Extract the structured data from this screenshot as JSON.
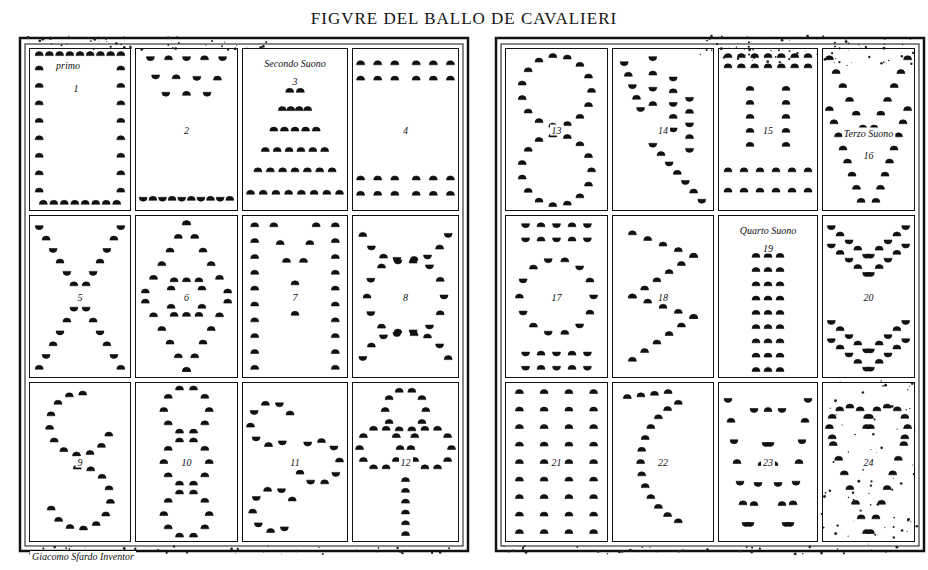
{
  "diagram": {
    "title": "FIGVRE DEL BALLO DE CAVALIERI",
    "nodes": [
      {
        "text": [
          "primo",
          "1"
        ]
      },
      {
        "text": [
          "2"
        ]
      },
      {
        "text": [
          "Secondo Suono",
          "3"
        ]
      },
      {
        "text": [
          "4"
        ]
      },
      {
        "text": [
          "5"
        ]
      },
      {
        "text": [
          "6"
        ]
      },
      {
        "text": [
          "7"
        ]
      },
      {
        "text": [
          "8"
        ]
      },
      {
        "text": [
          "9"
        ]
      },
      {
        "text": [
          "10"
        ]
      },
      {
        "text": [
          "11"
        ]
      },
      {
        "text": [
          "12"
        ]
      },
      {
        "text": [
          "13"
        ]
      },
      {
        "text": [
          "14"
        ]
      },
      {
        "text": [
          "15"
        ]
      },
      {
        "text": [
          "Terzo Suono",
          "16"
        ]
      },
      {
        "text": [
          "17"
        ]
      },
      {
        "text": [
          "18"
        ]
      },
      {
        "text": [
          "Quarto Suono",
          "19"
        ]
      },
      {
        "text": [
          "20"
        ]
      },
      {
        "text": [
          "21"
        ]
      },
      {
        "text": [
          "22"
        ]
      },
      {
        "text": [
          "23"
        ]
      },
      {
        "text": [
          "24"
        ]
      }
    ],
    "labels": [
      "Giacomo Sfardo Inventor"
    ]
  }
}
